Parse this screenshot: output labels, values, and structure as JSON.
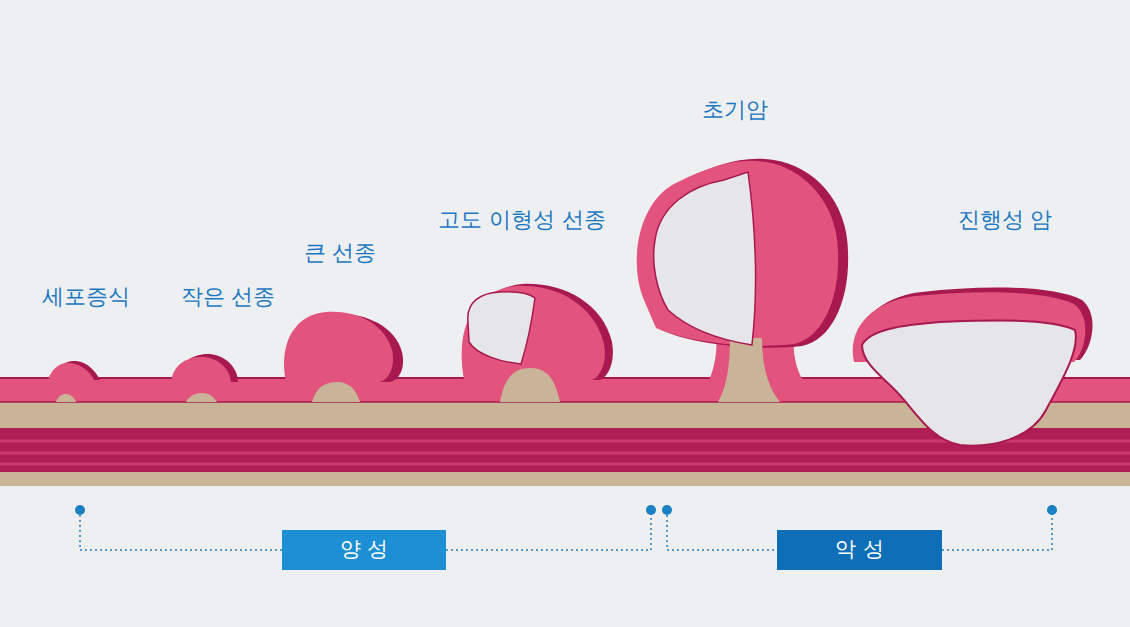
{
  "diagram": {
    "nodes": [
      {
        "text": [
          "양 성"
        ]
      },
      {
        "text": [
          "악 성"
        ]
      }
    ],
    "labels": [
      "세포증식",
      "작은 선종",
      "큰 선종",
      "고도 이형성 선종",
      "초기암",
      "진행성 암"
    ]
  }
}
